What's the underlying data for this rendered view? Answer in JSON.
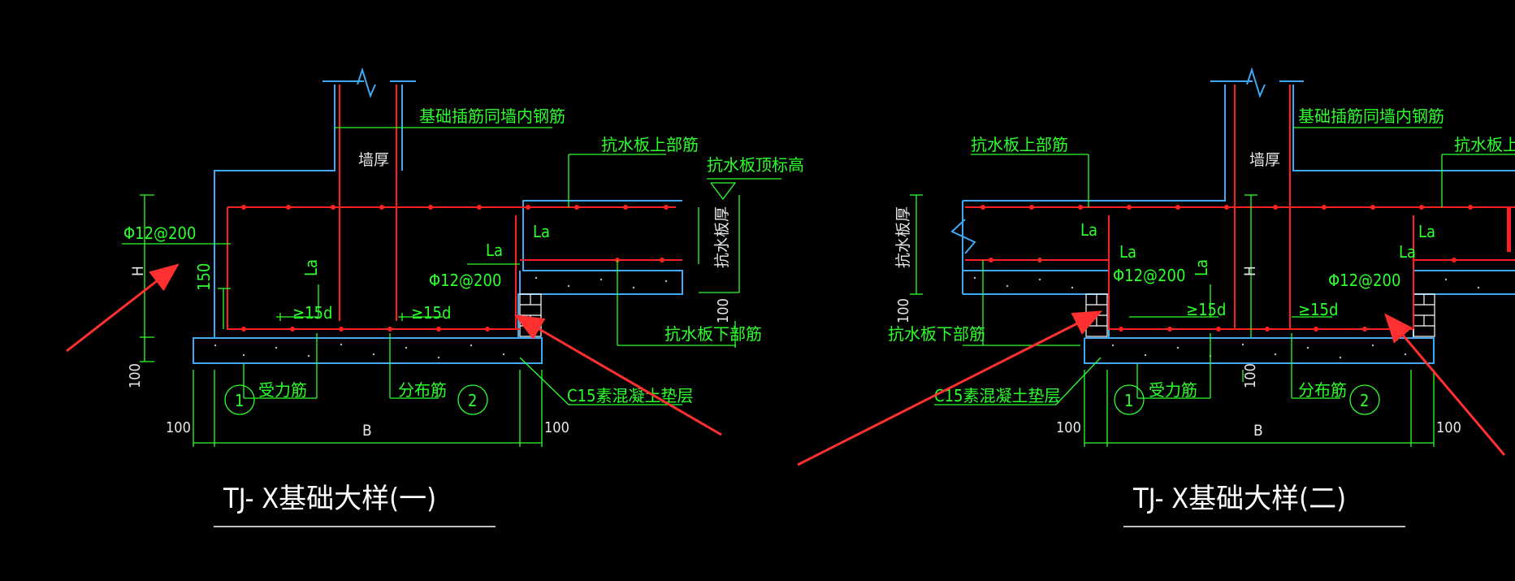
{
  "details": [
    {
      "title": "TJ- X基础大样(一)",
      "labels": {
        "wall_rebar": "基础插筋同墙内钢筋",
        "top_bar": "抗水板上部筋",
        "top_elev": "抗水板顶标高",
        "wall_thk": "墙厚",
        "slab_thk": "抗水板厚",
        "bottom_bar": "抗水板下部筋",
        "rebar_spec_1": "Φ12@200",
        "rebar_spec_2": "Φ12@200",
        "la_a": "La",
        "la_b": "La",
        "la_c": "La",
        "min15d_a": "≥15d",
        "min15d_b": "≥15d",
        "h": "H",
        "b": "B",
        "d150": "150",
        "d100_left": "100",
        "d100_bottom_left": "100",
        "d100_bottom_right": "100",
        "d100_right": "100",
        "main_bar": "受力筋",
        "dist_bar": "分布筋",
        "cushion": "C15素混凝土垫层",
        "mark1": "1",
        "mark2": "2"
      }
    },
    {
      "title": "TJ- X基础大样(二)",
      "labels": {
        "wall_rebar": "基础插筋同墙内钢筋",
        "top_bar_left": "抗水板上部筋",
        "top_bar_right": "抗水板上部筋",
        "wall_thk": "墙厚",
        "slab_thk": "抗水板厚",
        "bottom_bar": "抗水板下部筋",
        "rebar_spec_1": "Φ12@200",
        "rebar_spec_2": "Φ12@200",
        "la_a": "La",
        "la_b": "La",
        "la_c": "La",
        "la_d": "La",
        "la_e": "La",
        "min15d_a": "≥15d",
        "min15d_b": "≥15d",
        "h": "H",
        "b": "B",
        "d100_left": "100",
        "d100_mid": "100",
        "d100_bottom_left": "100",
        "d100_bottom_right": "100",
        "main_bar": "受力筋",
        "dist_bar": "分布筋",
        "cushion": "C15素混凝土垫层",
        "mark1": "1",
        "mark2": "2"
      }
    }
  ],
  "colors": {
    "background": "#000000",
    "annotation": "#2cff2c",
    "rebar": "#ff2020",
    "outline": "#3fa9f5",
    "arrow": "#ff3030",
    "title": "#ffffff"
  }
}
